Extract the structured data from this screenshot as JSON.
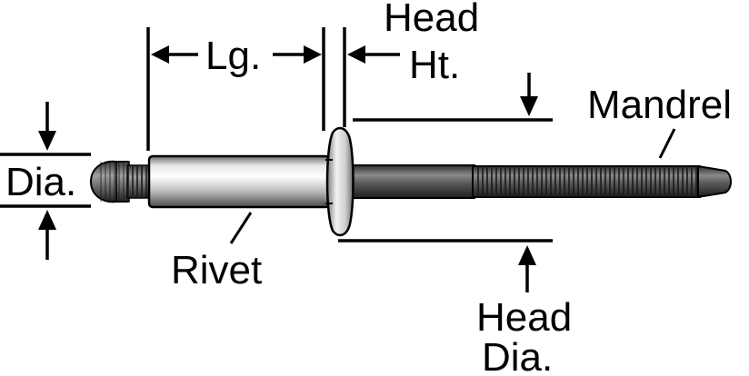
{
  "labels": {
    "length": "Lg.",
    "head_height_line1": "Head",
    "head_height_line2": "Ht.",
    "mandrel": "Mandrel",
    "diameter": "Dia.",
    "rivet": "Rivet",
    "head_dia_line1": "Head",
    "head_dia_line2": "Dia."
  }
}
